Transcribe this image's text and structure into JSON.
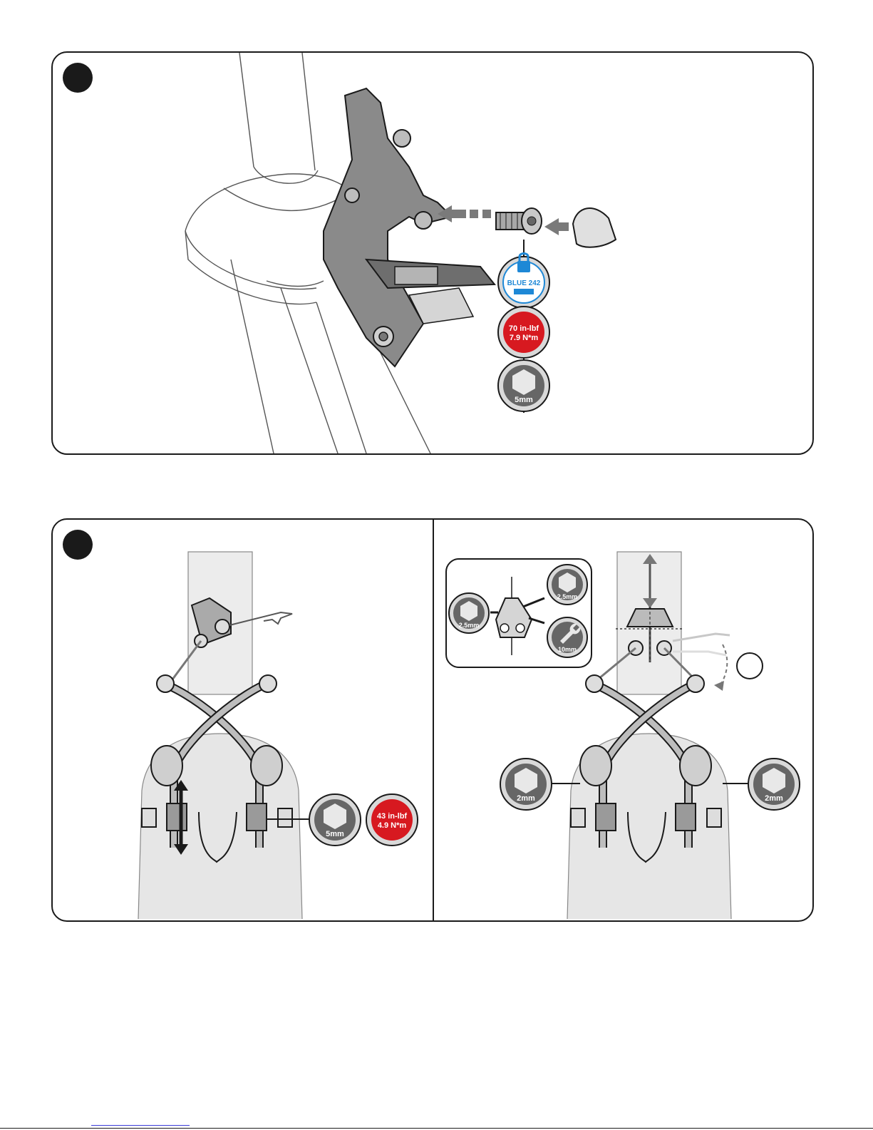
{
  "panel1": {
    "threadlock_label": "BLUE 242",
    "torque_line1": "70 in-lbf",
    "torque_line2": "7.9 N*m",
    "hex_size": "5mm"
  },
  "panel2_left": {
    "hex_size": "5mm",
    "torque_line1": "43 in-lbf",
    "torque_line2": "4.9 N*m"
  },
  "panel2_right": {
    "inset_hex_left": "2.5mm",
    "inset_hex_top": "2.5mm",
    "inset_wrench": "10mm",
    "hex_left": "2mm",
    "hex_right": "2mm"
  },
  "colors": {
    "ink": "#1a1a1a",
    "torque_red": "#d71920",
    "threadlock_blue": "#1e88d6",
    "tool_gray": "#6b6b6b"
  }
}
